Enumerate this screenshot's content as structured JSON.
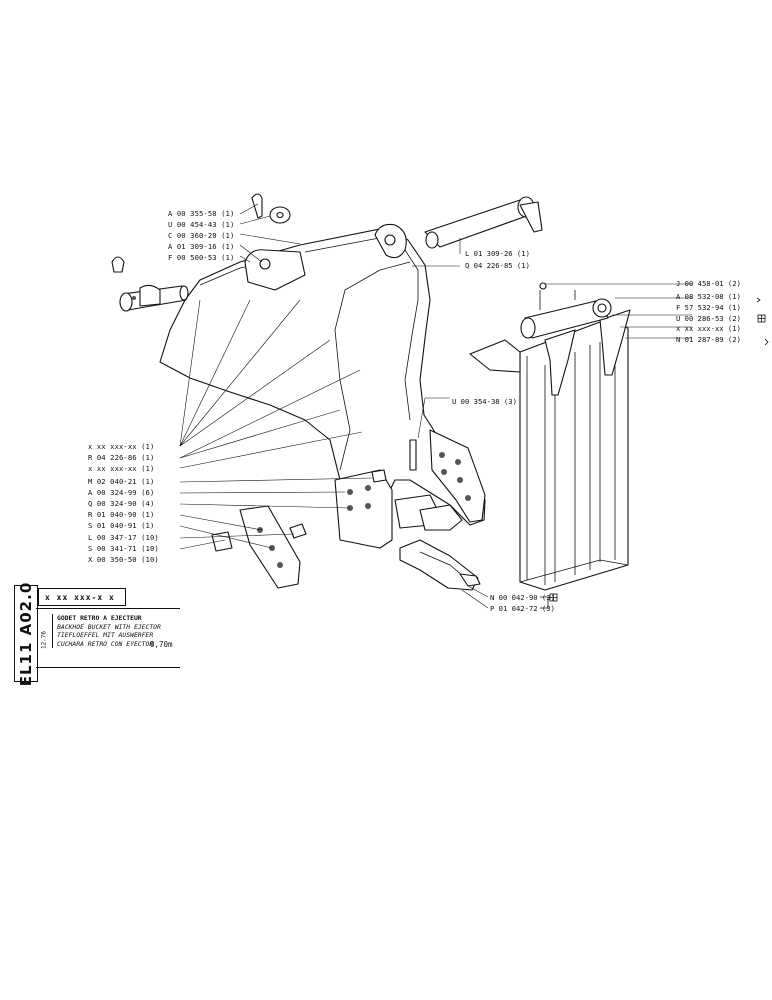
{
  "drawing": {
    "side_code": "EL11 A02.0",
    "part_number": "x  xx  xxx-x x",
    "date": "12.76",
    "title_fr": "GODET RETRO A EJECTEUR",
    "title_en": "BACKHOE BUCKET WITH EJECTOR",
    "title_de": "TIEFLOEFFEL MIT AUSWERFER",
    "title_es": "CUCHARA RETRO CON EYECTOR",
    "size": "0,70m"
  },
  "callouts": [
    {
      "id": "c1",
      "text": "A 00 355-58 (1)"
    },
    {
      "id": "c2",
      "text": "U 00 454-43 (1)"
    },
    {
      "id": "c3",
      "text": "C 00 360-20 (1)"
    },
    {
      "id": "c4",
      "text": "A 01 309-16 (1)"
    },
    {
      "id": "c5",
      "text": "F 00 500-53 (1)"
    },
    {
      "id": "c6",
      "text": "L 01 309-26 (1)"
    },
    {
      "id": "c7",
      "text": "Q 04 226-85 (1)"
    },
    {
      "id": "c8",
      "text": "J 00 458-01 (2)"
    },
    {
      "id": "c9",
      "text": "A 08 532-08 (1)"
    },
    {
      "id": "c10",
      "text": "F 57 532-94 (1)"
    },
    {
      "id": "c11",
      "text": "U 00 286-53 (2)"
    },
    {
      "id": "c12",
      "text": "x xx xxx-xx (1)"
    },
    {
      "id": "c13",
      "text": "N 01 287-89 (2)"
    },
    {
      "id": "c14",
      "text": "U 00 354-38 (3)"
    },
    {
      "id": "c15",
      "text": "x xx xxx-xx (1)"
    },
    {
      "id": "c16",
      "text": "R 04 226-86 (1)"
    },
    {
      "id": "c17",
      "text": "x xx xxx-xx (1)"
    },
    {
      "id": "c18",
      "text": "M 02 040-21 (1)"
    },
    {
      "id": "c19",
      "text": "A 00 324-99 (6)"
    },
    {
      "id": "c20",
      "text": "Q 00 324-90 (4)"
    },
    {
      "id": "c21",
      "text": "R 01 040-90 (1)"
    },
    {
      "id": "c22",
      "text": "S 01 040-91 (1)"
    },
    {
      "id": "c23",
      "text": "L 00 347-17 (10)"
    },
    {
      "id": "c24",
      "text": "S 00 341-71 (10)"
    },
    {
      "id": "c25",
      "text": "X 00 350-50 (10)"
    },
    {
      "id": "c26",
      "text": "N 00 042-90 (3)"
    },
    {
      "id": "c27",
      "text": "P 01 042-72 (3)"
    }
  ],
  "colors": {
    "line": "#111111",
    "paper": "#ffffff",
    "hatch": "#555555"
  }
}
